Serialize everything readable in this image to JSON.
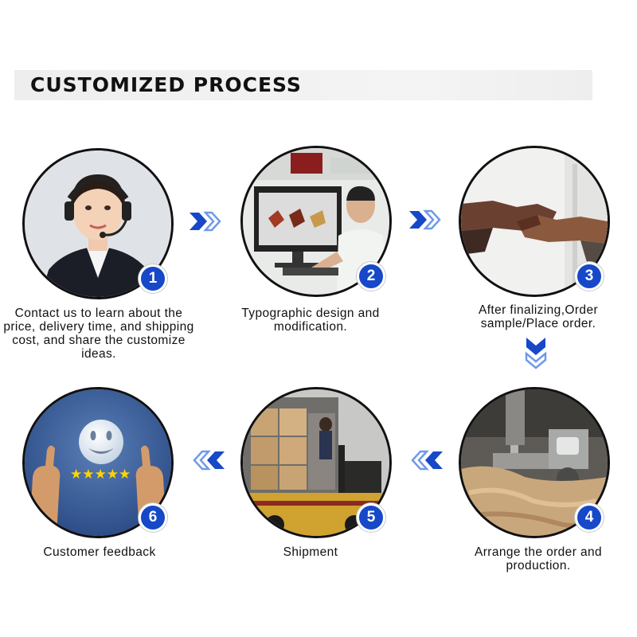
{
  "title": "CUSTOMIZED PROCESS",
  "colors": {
    "badge": "#1648c8",
    "arrow_dark": "#1648c8",
    "arrow_light": "#6f9ae8"
  },
  "steps": [
    {
      "number": "1",
      "caption": "Contact us to learn about the price, delivery time, and shipping cost, and share the customize ideas.",
      "icon": "headset-operator-icon"
    },
    {
      "number": "2",
      "caption": "Typographic design and modification.",
      "icon": "designer-computer-icon"
    },
    {
      "number": "3",
      "caption": "After finalizing,Order sample/Place order.",
      "icon": "handshake-icon"
    },
    {
      "number": "4",
      "caption": "Arrange the order and production.",
      "icon": "milling-machine-icon"
    },
    {
      "number": "5",
      "caption": "Shipment",
      "icon": "forklift-container-icon"
    },
    {
      "number": "6",
      "caption": "Customer feedback",
      "icon": "smiley-thumbs-up-icon",
      "rating": "★★★★★"
    }
  ]
}
